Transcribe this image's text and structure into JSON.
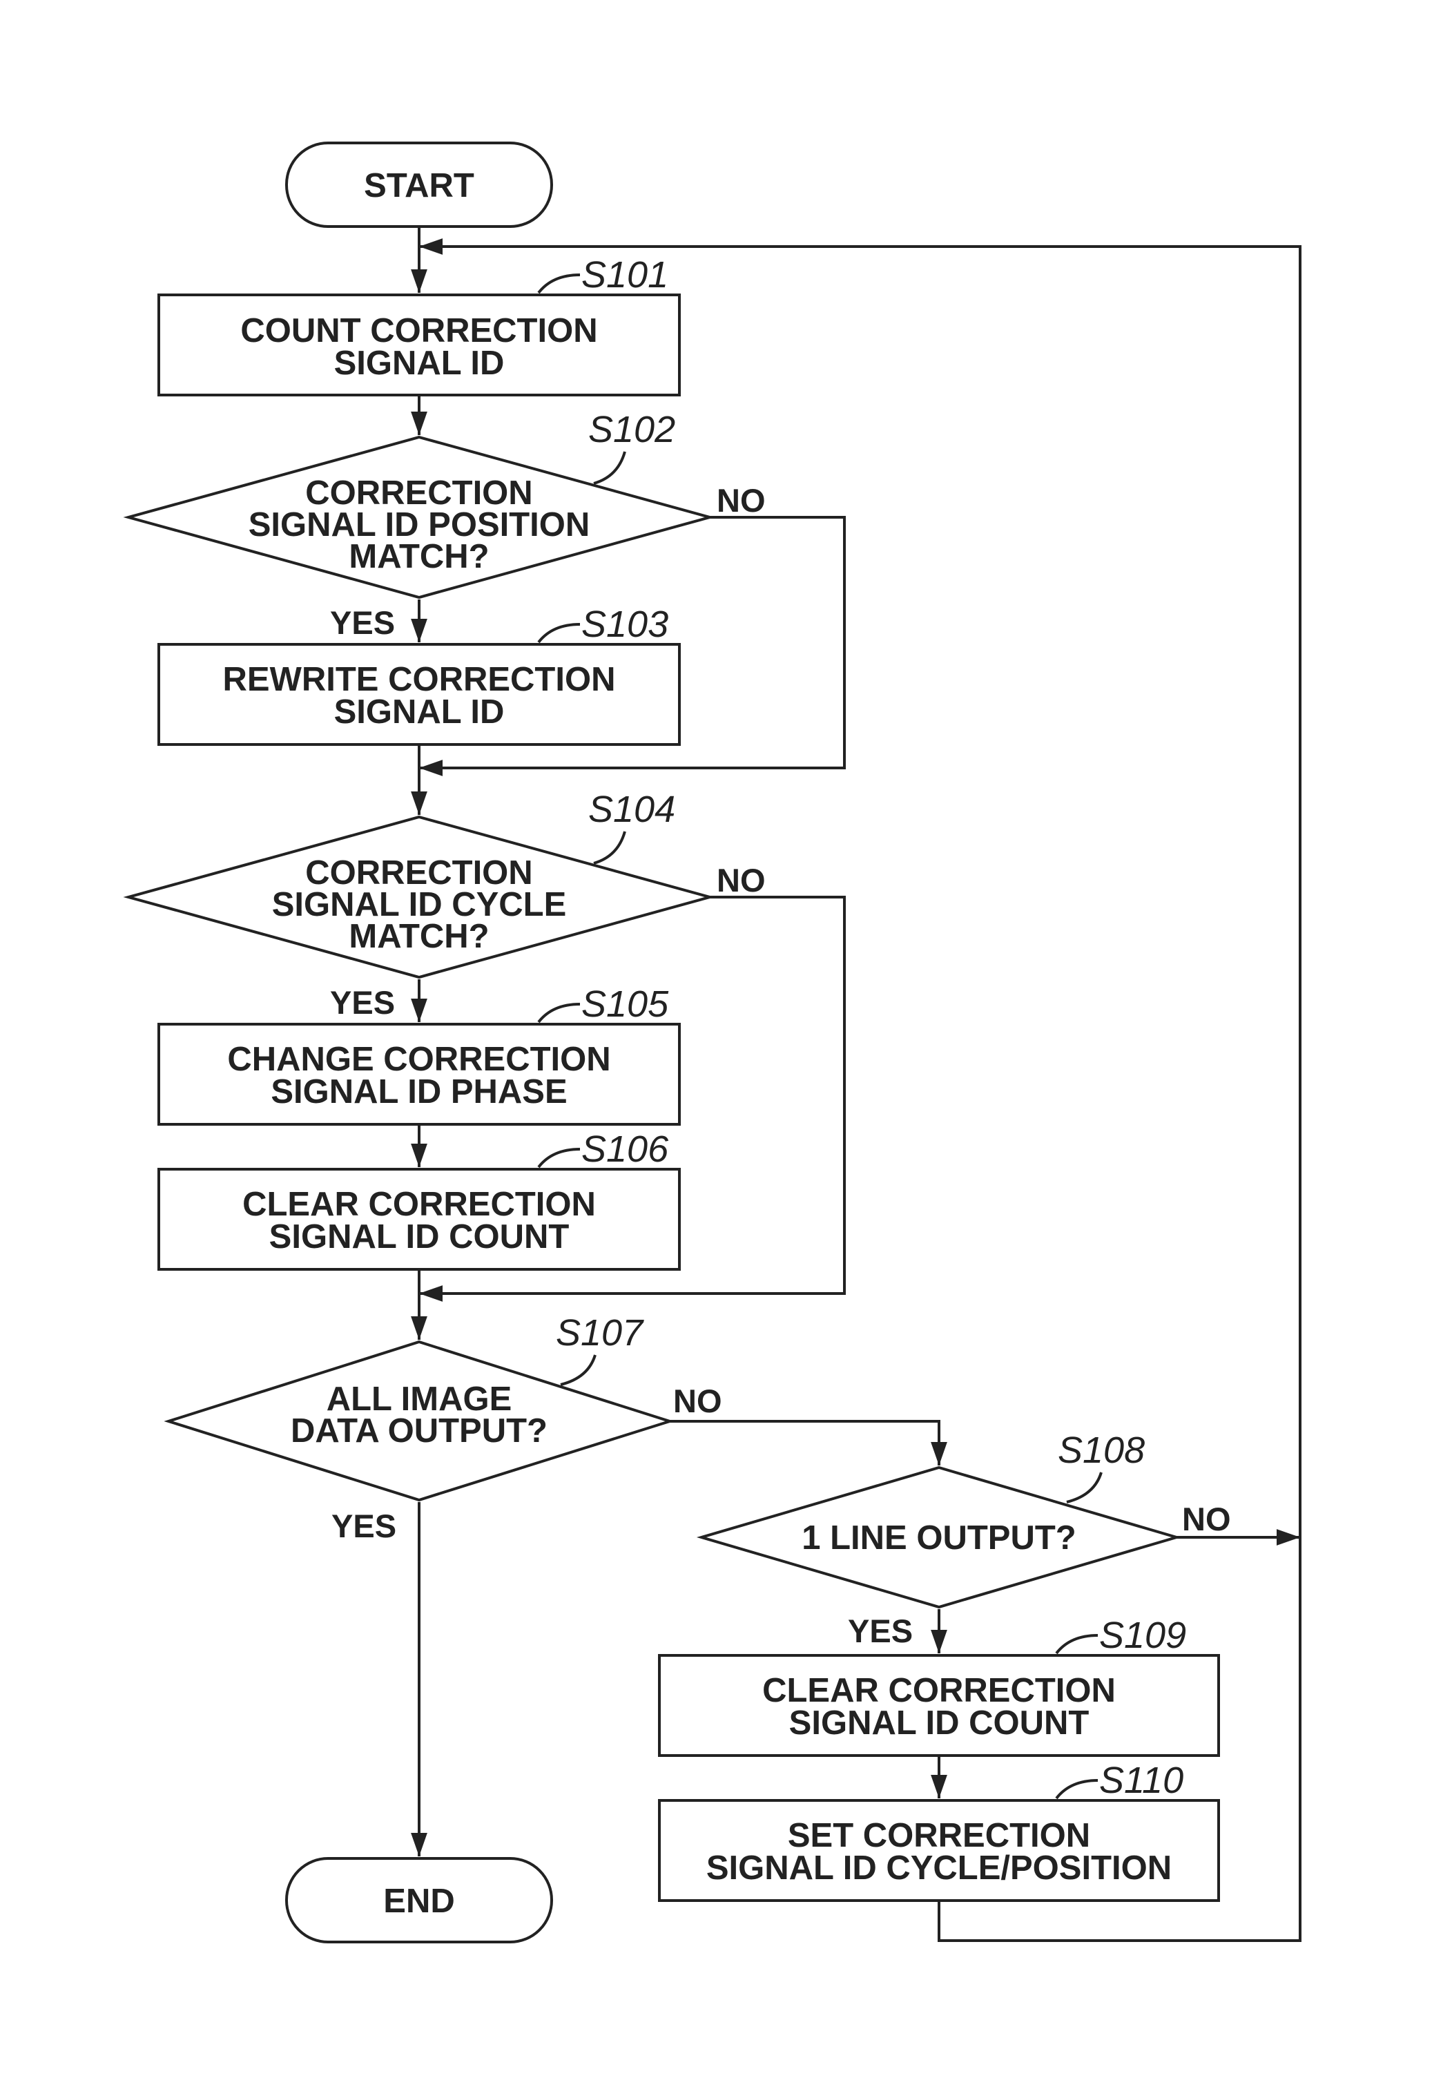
{
  "nodes": {
    "start": {
      "text": "START"
    },
    "s101": {
      "step": "S101",
      "lines": [
        "COUNT CORRECTION",
        "SIGNAL ID"
      ]
    },
    "s102": {
      "step": "S102",
      "lines": [
        "CORRECTION",
        "SIGNAL ID POSITION",
        "MATCH?"
      ]
    },
    "s103": {
      "step": "S103",
      "lines": [
        "REWRITE CORRECTION",
        "SIGNAL ID"
      ]
    },
    "s104": {
      "step": "S104",
      "lines": [
        "CORRECTION",
        "SIGNAL ID CYCLE",
        "MATCH?"
      ]
    },
    "s105": {
      "step": "S105",
      "lines": [
        "CHANGE CORRECTION",
        "SIGNAL ID PHASE"
      ]
    },
    "s106": {
      "step": "S106",
      "lines": [
        "CLEAR CORRECTION",
        "SIGNAL ID COUNT"
      ]
    },
    "s107": {
      "step": "S107",
      "lines": [
        "ALL IMAGE",
        "DATA OUTPUT?"
      ]
    },
    "s108": {
      "step": "S108",
      "lines": [
        "1 LINE OUTPUT?"
      ]
    },
    "s109": {
      "step": "S109",
      "lines": [
        "CLEAR CORRECTION",
        "SIGNAL ID COUNT"
      ]
    },
    "s110": {
      "step": "S110",
      "lines": [
        "SET CORRECTION",
        "SIGNAL ID CYCLE/POSITION"
      ]
    },
    "end": {
      "text": "END"
    }
  },
  "branches": {
    "s102_yes": "YES",
    "s102_no": "NO",
    "s104_yes": "YES",
    "s104_no": "NO",
    "s107_yes": "YES",
    "s107_no": "NO",
    "s108_yes": "YES",
    "s108_no": "NO"
  }
}
